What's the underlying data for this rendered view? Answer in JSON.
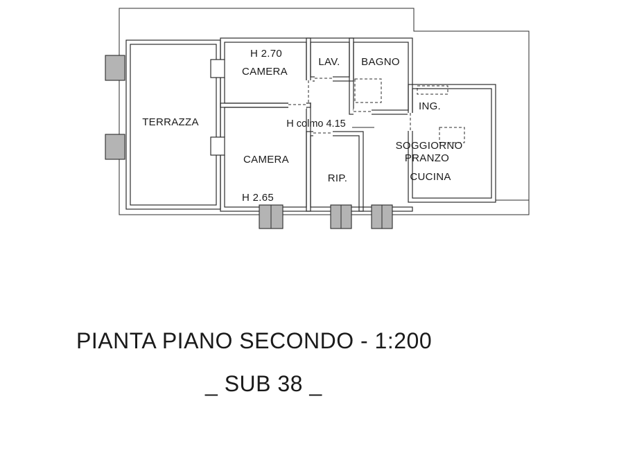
{
  "plan": {
    "labels": {
      "terrazza": "TERRAZZA",
      "camera1_height": "H 2.70",
      "camera1": "CAMERA",
      "lav": "LAV.",
      "bagno": "BAGNO",
      "ing": "ING.",
      "ridge_height": "H colmo 4.15",
      "camera2": "CAMERA",
      "camera2_height": "H 2.65",
      "rip": "RIP.",
      "soggiorno_line1": "SOGGIORNO",
      "soggiorno_line2": "PRANZO",
      "soggiorno_line3": "CUCINA"
    }
  },
  "caption": {
    "line1": "PIANTA PIANO SECONDO - 1:200",
    "line2": "_ SUB 38 _"
  },
  "colors": {
    "background": "#ffffff",
    "line": "#2b2b2b",
    "pilaster_fill": "#b4b4b4",
    "text": "#1a1a1a"
  }
}
